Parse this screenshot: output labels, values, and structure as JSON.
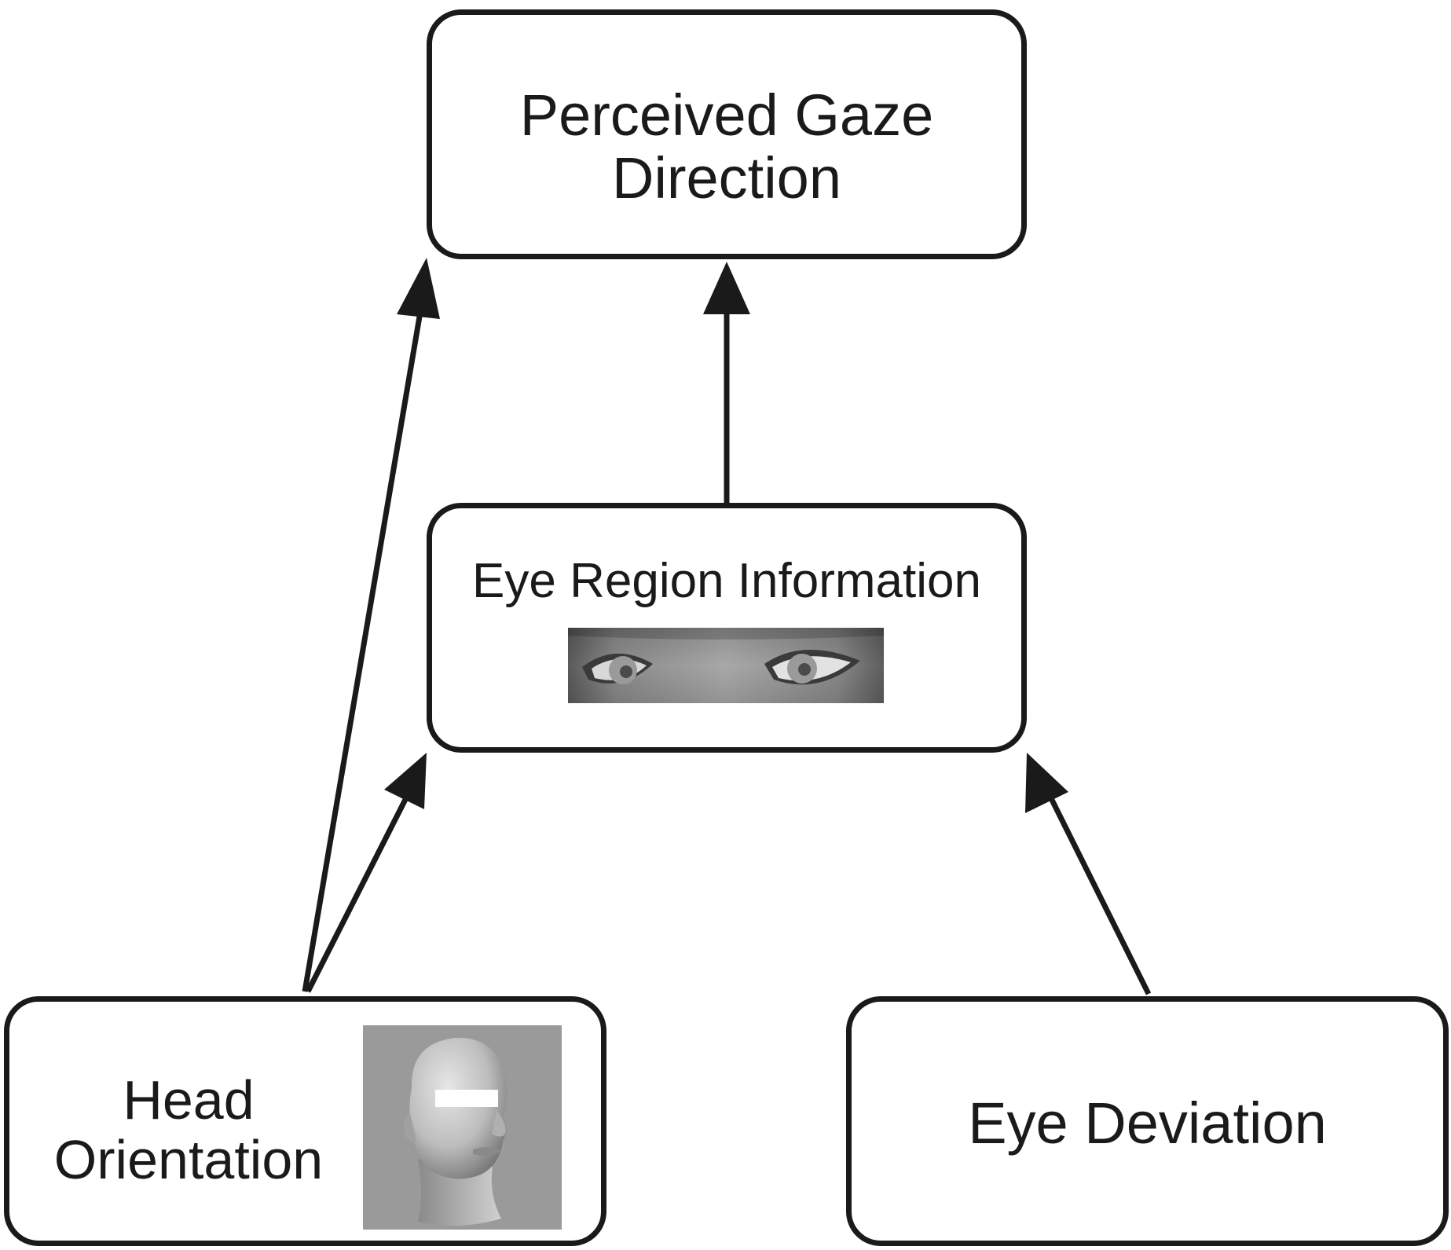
{
  "nodes": {
    "top": {
      "label": "Perceived Gaze\nDirection"
    },
    "middle": {
      "label": "Eye Region Information"
    },
    "bottom_left": {
      "label": "Head\nOrientation"
    },
    "bottom_right": {
      "label": "Eye Deviation"
    }
  },
  "images": {
    "eye_region": "eye-region-photo",
    "head": "rotated-head-model"
  },
  "edges": [
    {
      "from": "bottom_left",
      "to": "top"
    },
    {
      "from": "bottom_left",
      "to": "middle"
    },
    {
      "from": "middle",
      "to": "top"
    },
    {
      "from": "bottom_right",
      "to": "middle"
    }
  ],
  "colors": {
    "stroke": "#1a1a1a",
    "photo_gray": "#9a9a9a"
  }
}
